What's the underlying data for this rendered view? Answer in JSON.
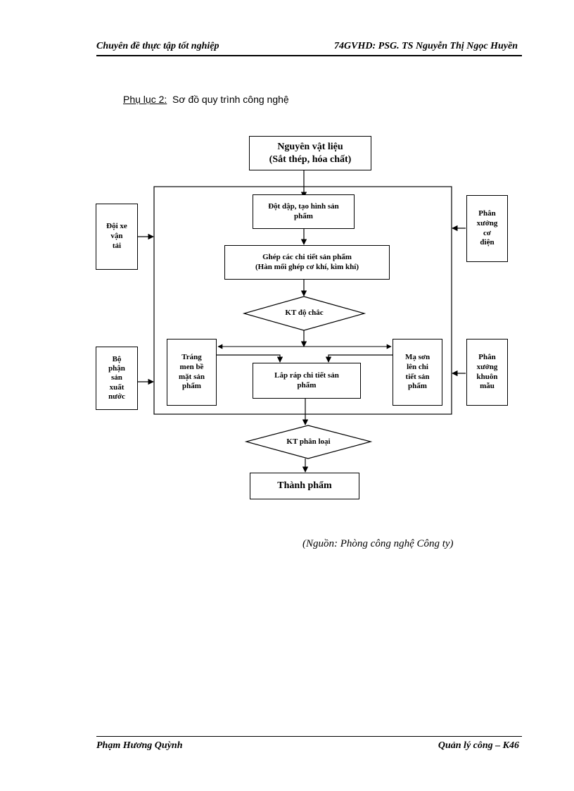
{
  "header": {
    "left": "Chuyên đề thực tập tốt nghiệp",
    "page_number": "74",
    "right": "GVHD: PSG. TS Nguyễn Thị Ngọc Huyền"
  },
  "caption": {
    "label": "Phụ lục 2:",
    "title": "Sơ đồ quy trình công nghệ"
  },
  "diagram": {
    "raw_material": "Nguyên vật liệu\n(Sắt thép, hóa chất)",
    "stamping": "Đột dập, tạo hình sản\nphẩm",
    "joining": "Ghép các chi tiết sản phẩm\n(Hàn mối ghép cơ khí, kìm khí)",
    "check_strength": "KT độ chắc",
    "enamel": "Tráng\nmen bề\nmặt sản\nphẩm",
    "assembly": "Lắp ráp chi tiết sản\nphẩm",
    "plating": "Mạ sơn\nlên chi\ntiết sản\nphẩm",
    "check_sort": "KT phân loại",
    "finished": "Thành phẩm",
    "transport": "Đội xe\nvận\ntải",
    "water": "Bộ\nphận\nsản\nxuất\nnước",
    "electro_mech": "Phân\nxưởng\ncơ\nđiện",
    "mould": "Phân\nxưởng\nkhuôn\nmẫu"
  },
  "source": "(Nguồn: Phòng công nghệ Công ty)",
  "footer": {
    "left": "Phạm Hương Quỳnh",
    "right": "Quản lý công – K46"
  }
}
